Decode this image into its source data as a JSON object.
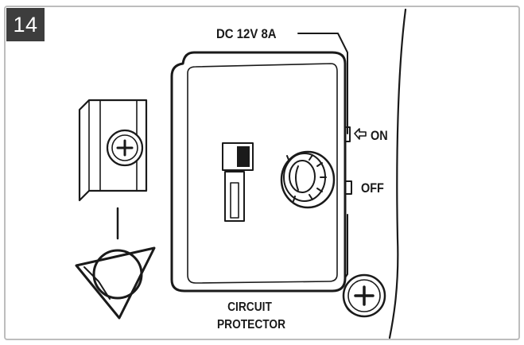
{
  "step_number": "14",
  "labels": {
    "dc_rating": "DC 12V 8A",
    "switch_on": "ON",
    "switch_off": "OFF",
    "circuit_protector_line1": "CIRCUIT",
    "circuit_protector_line2": "PROTECTOR"
  },
  "icons": {
    "ground_symbol": "ground-terminal-icon",
    "screw": "phillips-screw-icon",
    "arrow": "arrow-left-icon"
  },
  "colors": {
    "line": "#1a1a1a",
    "badge_bg": "#3d3d3d",
    "badge_text": "#ffffff",
    "border": "#bdbdbd"
  }
}
